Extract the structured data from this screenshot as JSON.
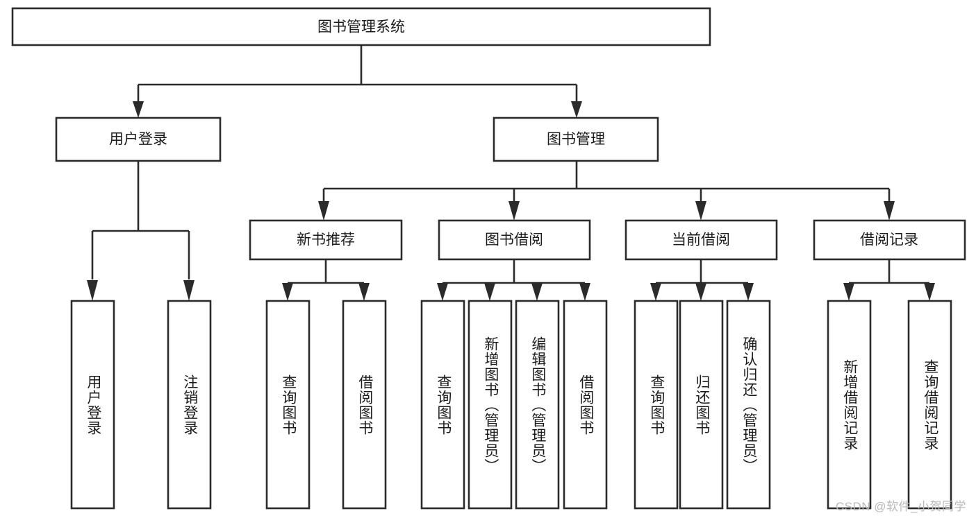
{
  "diagram": {
    "title": "图书管理系统",
    "type": "tree-hierarchy-chart",
    "watermark": "CSDN @软件_小贺同学",
    "colors": {
      "box_stroke": "#2b2b2b",
      "box_fill": "#ffffff",
      "text": "#1b1b1b",
      "background": "#ffffff",
      "watermark": "#b9b9b9"
    },
    "root": {
      "label": "图书管理系统"
    },
    "level2": [
      {
        "label": "用户登录"
      },
      {
        "label": "图书管理"
      }
    ],
    "level3": [
      {
        "label": "新书推荐"
      },
      {
        "label": "图书借阅"
      },
      {
        "label": "当前借阅"
      },
      {
        "label": "借阅记录"
      }
    ],
    "leaves": {
      "user_login": [
        {
          "label": "用户登录"
        },
        {
          "label": "注销登录"
        }
      ],
      "new_book_recommend": [
        {
          "label": "查询图书"
        },
        {
          "label": "借阅图书"
        }
      ],
      "book_borrow": [
        {
          "label": "查询图书"
        },
        {
          "label": "新增图书（管理员）"
        },
        {
          "label": "编辑图书（管理员）"
        },
        {
          "label": "借阅图书"
        }
      ],
      "current_borrow": [
        {
          "label": "查询图书"
        },
        {
          "label": "归还图书"
        },
        {
          "label": "确认归还（管理员）"
        }
      ],
      "borrow_record": [
        {
          "label": "新增借阅记录"
        },
        {
          "label": "查询借阅记录"
        }
      ]
    }
  }
}
